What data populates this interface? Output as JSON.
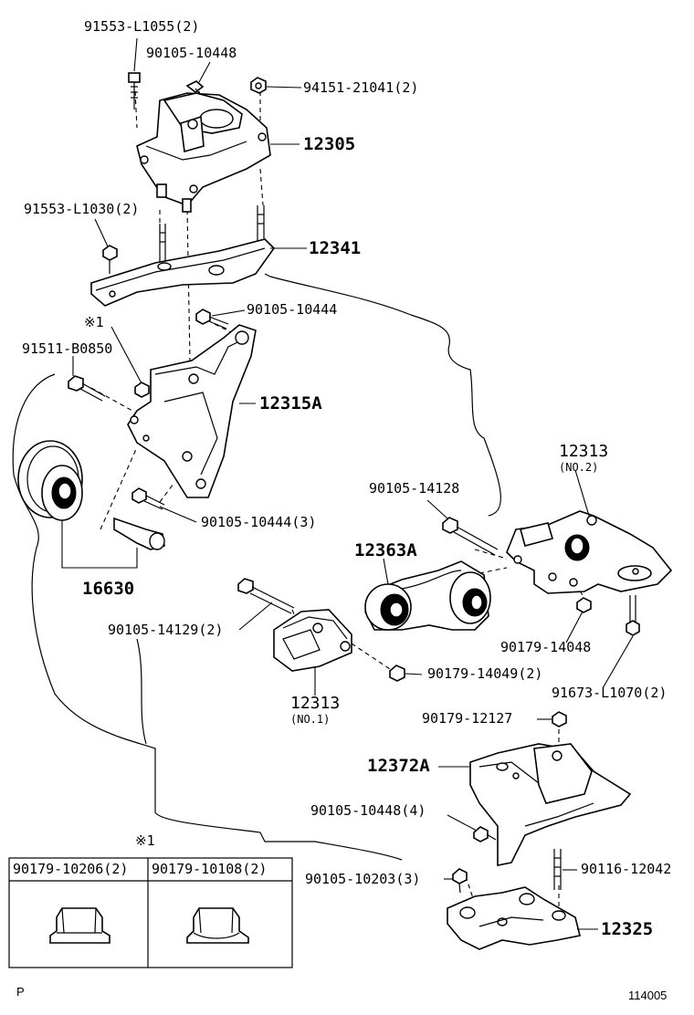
{
  "parts": {
    "p91553_L1055": "91553-L1055(2)",
    "p90105_10448": "90105-10448",
    "p94151_21041": "94151-21041(2)",
    "p12305": "12305",
    "p91553_L1030": "91553-L1030(2)",
    "p12341": "12341",
    "p90105_10444": "90105-10444",
    "note_mark": "※1",
    "p91511_B0850": "91511-B0850",
    "p12315A": "12315A",
    "p90105_10444_3": "90105-10444(3)",
    "p16630": "16630",
    "p12313_no2": "12313",
    "no2": "(NO.2)",
    "p90105_14128": "90105-14128",
    "p12363A": "12363A",
    "p90105_14129_2": "90105-14129(2)",
    "p90179_14048": "90179-14048",
    "p90179_14049_2": "90179-14049(2)",
    "p91673_L1070_2": "91673-L1070(2)",
    "p12313_no1": "12313",
    "no1": "(NO.1)",
    "p90179_12127": "90179-12127",
    "p12372A": "12372A",
    "p90105_10448_4": "90105-10448(4)",
    "p90105_10203_3": "90105-10203(3)",
    "p90116_12042": "90116-12042",
    "p12325": "12325"
  },
  "legend": {
    "mark": "※1",
    "col1": "90179-10206(2)",
    "col2": "90179-10108(2)"
  },
  "footer": {
    "left": "P",
    "right": "114005"
  }
}
